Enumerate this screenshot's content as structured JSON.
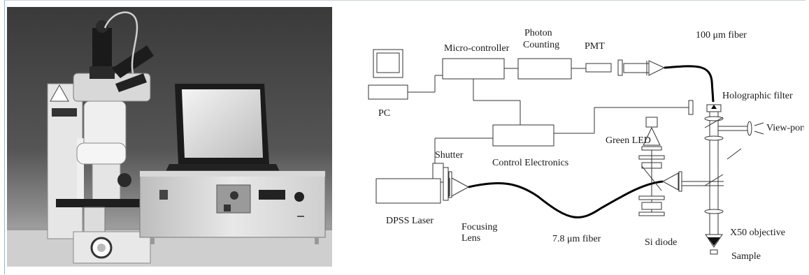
{
  "figure": {
    "labels": {
      "pc": "PC",
      "micro_controller": "Micro-controller",
      "photon_counting_1": "Photon",
      "photon_counting_2": "Counting",
      "pmt": "PMT",
      "fiber_100": "100 μm fiber",
      "holographic_filter": "Holographic filter",
      "view_port": "View-port",
      "green_led": "Green LED",
      "shutter": "Shutter",
      "control_electronics": "Control Electronics",
      "dpss_laser": "DPSS Laser",
      "focusing_lens_1": "Focusing",
      "focusing_lens_2": "Lens",
      "fiber_78": "7.8 μm fiber",
      "si_diode": "Si diode",
      "objective": "X50 objective",
      "sample": "Sample"
    }
  }
}
